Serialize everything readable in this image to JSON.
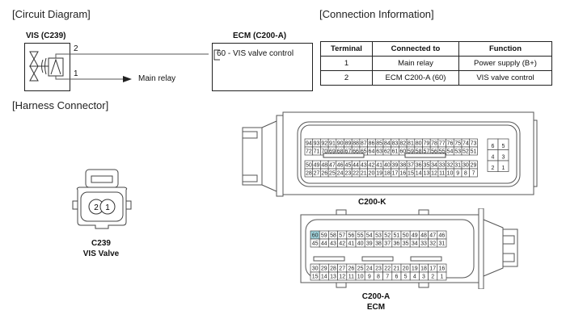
{
  "sections": {
    "circuit": "[Circuit Diagram]",
    "connection": "[Connection Information]",
    "harness": "[Harness Connector]"
  },
  "circuit": {
    "vis_label": "VIS (C239)",
    "ecm_label": "ECM (C200-A)",
    "pin2": "2",
    "pin1": "1",
    "ecm_pin": "60 - VIS valve control",
    "main_relay": "Main relay"
  },
  "table": {
    "headers": [
      "Terminal",
      "Connected to",
      "Function"
    ],
    "rows": [
      [
        "1",
        "Main relay",
        "Power supply (B+)"
      ],
      [
        "2",
        "ECM C200-A (60)",
        "VIS valve control"
      ]
    ]
  },
  "connectors": {
    "c239": {
      "name": "C239",
      "desc": "VIS Valve",
      "pins": [
        "2",
        "1"
      ]
    },
    "c200k": {
      "name": "C200-K",
      "rows": [
        [
          "94",
          "93",
          "92",
          "91",
          "90",
          "89",
          "88",
          "87",
          "86",
          "85",
          "84",
          "83",
          "82",
          "81",
          "80",
          "79",
          "78",
          "77",
          "76",
          "75",
          "74",
          "73"
        ],
        [
          "72",
          "71",
          "70",
          "69",
          "68",
          "67",
          "66",
          "65",
          "64",
          "63",
          "62",
          "61",
          "60",
          "59",
          "58",
          "57",
          "56",
          "55",
          "54",
          "53",
          "52",
          "51"
        ],
        [
          "50",
          "49",
          "48",
          "47",
          "46",
          "45",
          "44",
          "43",
          "42",
          "41",
          "40",
          "39",
          "38",
          "37",
          "36",
          "35",
          "34",
          "33",
          "32",
          "31",
          "30",
          "29"
        ],
        [
          "28",
          "27",
          "26",
          "25",
          "24",
          "23",
          "22",
          "21",
          "20",
          "19",
          "18",
          "17",
          "16",
          "15",
          "14",
          "13",
          "12",
          "11",
          "10",
          "9",
          "8",
          "7"
        ]
      ],
      "aux": [
        [
          "6",
          "5"
        ],
        [
          "4",
          "3"
        ],
        [
          "2",
          "1"
        ]
      ]
    },
    "c200a": {
      "name": "C200-A",
      "desc": "ECM",
      "highlight_pin": "60",
      "highlight_color": "#9fd3dc",
      "rows": [
        [
          "60",
          "59",
          "58",
          "57",
          "56",
          "55",
          "54",
          "53",
          "52",
          "51",
          "50",
          "49",
          "48",
          "47",
          "46"
        ],
        [
          "45",
          "44",
          "43",
          "42",
          "41",
          "40",
          "39",
          "38",
          "37",
          "36",
          "35",
          "34",
          "33",
          "32",
          "31"
        ],
        [
          "30",
          "29",
          "28",
          "27",
          "26",
          "25",
          "24",
          "23",
          "22",
          "21",
          "20",
          "19",
          "18",
          "17",
          "16"
        ],
        [
          "15",
          "14",
          "13",
          "12",
          "11",
          "10",
          "9",
          "8",
          "7",
          "6",
          "5",
          "4",
          "3",
          "2",
          "1"
        ]
      ]
    }
  }
}
